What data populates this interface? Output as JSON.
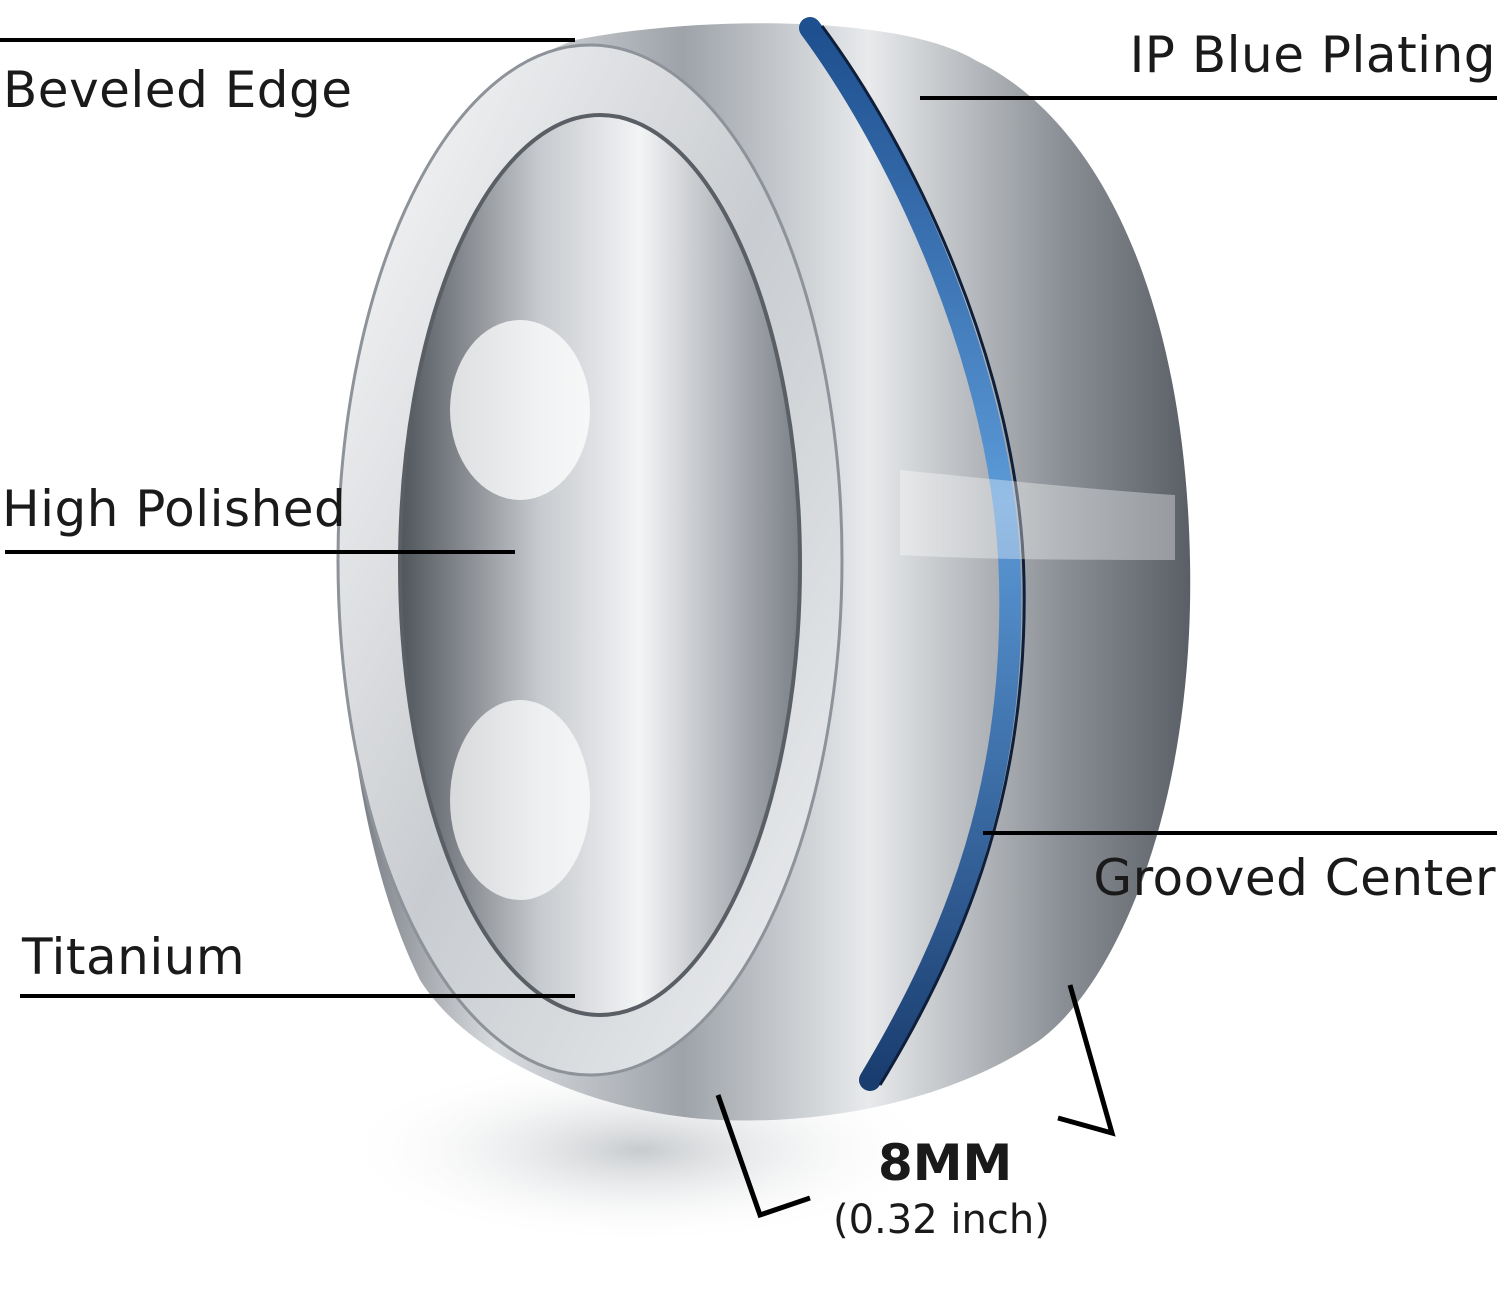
{
  "callouts": {
    "beveled_edge": "Beveled Edge",
    "ip_blue_plating": "IP Blue Plating",
    "high_polished": "High Polished",
    "grooved_center": "Grooved Center",
    "titanium": "Titanium"
  },
  "dimension": {
    "metric": "8MM",
    "imperial": "(0.32 inch)"
  },
  "colors": {
    "background": "#ffffff",
    "text": "#1a1a1a",
    "leader_line": "#000000",
    "blue_stripe": "#3a7fc8",
    "metal_light": "#f4f5f7",
    "metal_mid": "#b9bdc3",
    "metal_dark": "#4b4f56"
  }
}
